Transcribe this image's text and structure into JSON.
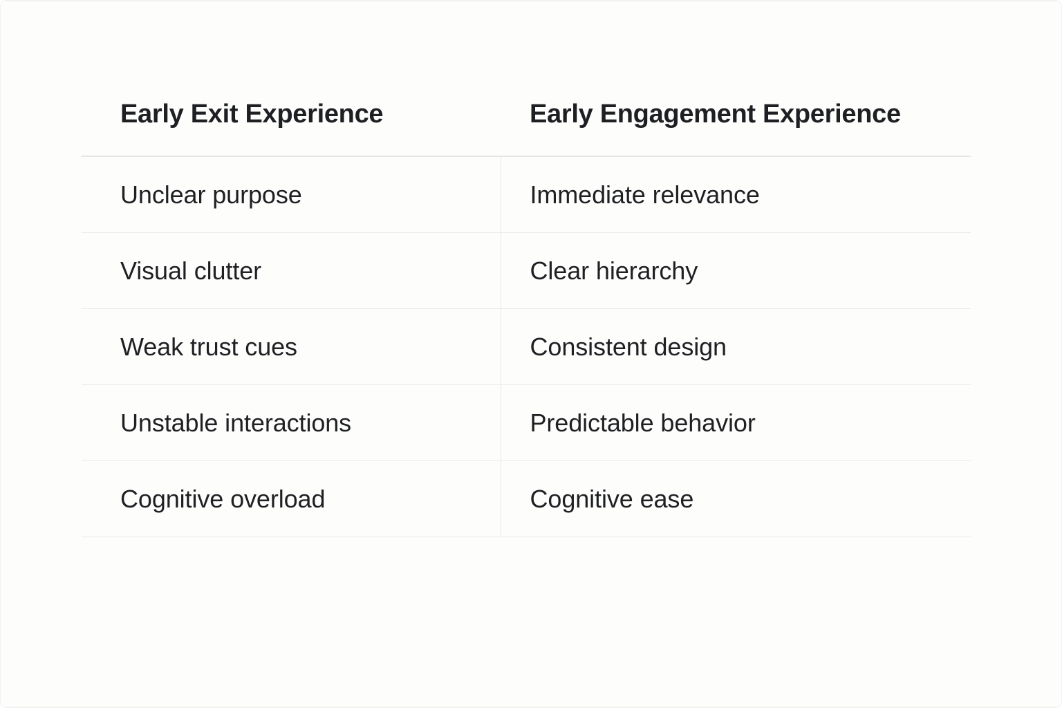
{
  "table": {
    "columns": [
      {
        "key": "exit",
        "header": "Early Exit Experience"
      },
      {
        "key": "engagement",
        "header": "Early Engagement Experience"
      }
    ],
    "rows": [
      {
        "exit": "Unclear purpose",
        "engagement": "Immediate relevance"
      },
      {
        "exit": "Visual clutter",
        "engagement": "Clear hierarchy"
      },
      {
        "exit": "Weak trust cues",
        "engagement": "Consistent design"
      },
      {
        "exit": "Unstable interactions",
        "engagement": "Predictable behavior"
      },
      {
        "exit": "Cognitive overload",
        "engagement": "Cognitive ease"
      }
    ]
  },
  "colors": {
    "background": "#fdfdfc",
    "heading_text": "#1d1f22",
    "body_text": "#1f2023",
    "rule": "#e9e9e9",
    "header_rule": "#e6e6e6"
  }
}
